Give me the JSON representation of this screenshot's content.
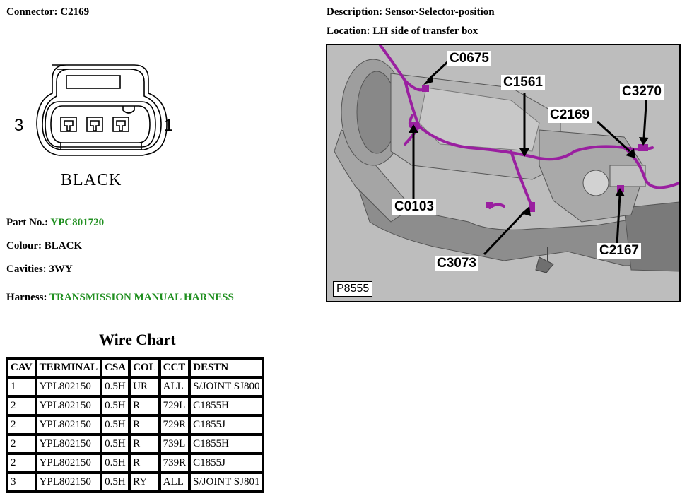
{
  "connector": {
    "label": "Connector:",
    "id": "C2169",
    "pin_left": "3",
    "pin_right": "1",
    "housing_colour": "BLACK"
  },
  "description": {
    "label": "Description:",
    "value": "Sensor-Selector-position"
  },
  "location": {
    "label": "Location:",
    "value": "LH side of transfer box"
  },
  "part_no": {
    "label": "Part No.:",
    "value": "YPC801720"
  },
  "colour": {
    "label": "Colour:",
    "value": "BLACK"
  },
  "cavities": {
    "label": "Cavities:",
    "value": "3WY"
  },
  "harness": {
    "label": "Harness:",
    "value": "TRANSMISSION MANUAL HARNESS"
  },
  "wire_chart": {
    "title": "Wire Chart",
    "headers": [
      "CAV",
      "TERMINAL",
      "CSA",
      "COL",
      "CCT",
      "DESTN"
    ],
    "rows": [
      [
        "1",
        "YPL802150",
        "0.5H",
        "UR",
        "ALL",
        "S/JOINT SJ800"
      ],
      [
        "2",
        "YPL802150",
        "0.5H",
        "R",
        "729L",
        "C1855H"
      ],
      [
        "2",
        "YPL802150",
        "0.5H",
        "R",
        "729R",
        "C1855J"
      ],
      [
        "2",
        "YPL802150",
        "0.5H",
        "R",
        "739L",
        "C1855H"
      ],
      [
        "2",
        "YPL802150",
        "0.5H",
        "R",
        "739R",
        "C1855J"
      ],
      [
        "3",
        "YPL802150",
        "0.5H",
        "RY",
        "ALL",
        "S/JOINT SJ801"
      ]
    ]
  },
  "photo": {
    "code": "P8555",
    "callouts": [
      "C0675",
      "C1561",
      "C3270",
      "C2169",
      "C0103",
      "C2167",
      "C3073"
    ],
    "harness_color": "#9a1fa0"
  }
}
